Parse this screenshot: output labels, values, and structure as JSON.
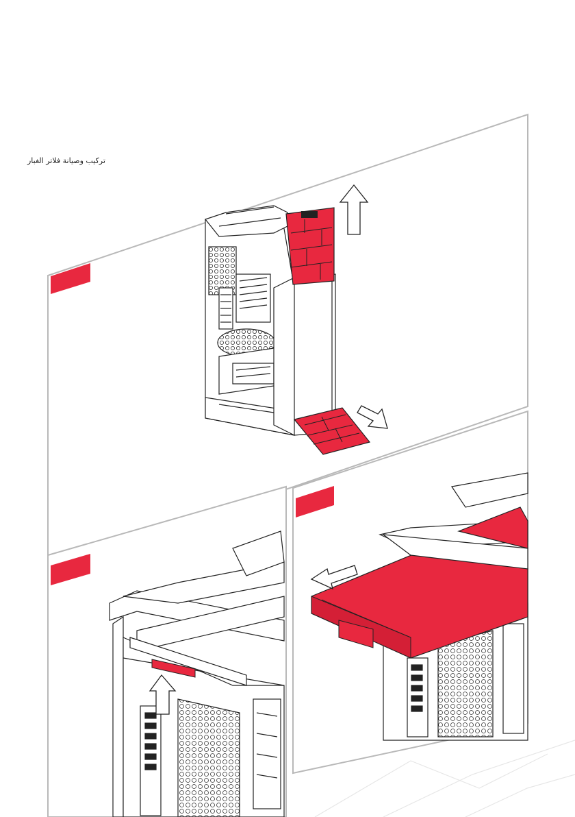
{
  "document": {
    "title": "تركيب وصيانة فلاتر الغبار",
    "accent_color": "#e8283f",
    "line_color": "#b4b4b4",
    "panels": [
      {
        "name": "step-1",
        "description": "tower-case-side-view"
      },
      {
        "name": "step-2",
        "description": "top-filter-tab-detail"
      },
      {
        "name": "step-3",
        "description": "top-filter-slide-out"
      }
    ],
    "icons": [
      "arrow-up-icon",
      "arrow-down-right-icon",
      "arrow-left-icon",
      "step-badge-icon"
    ]
  }
}
